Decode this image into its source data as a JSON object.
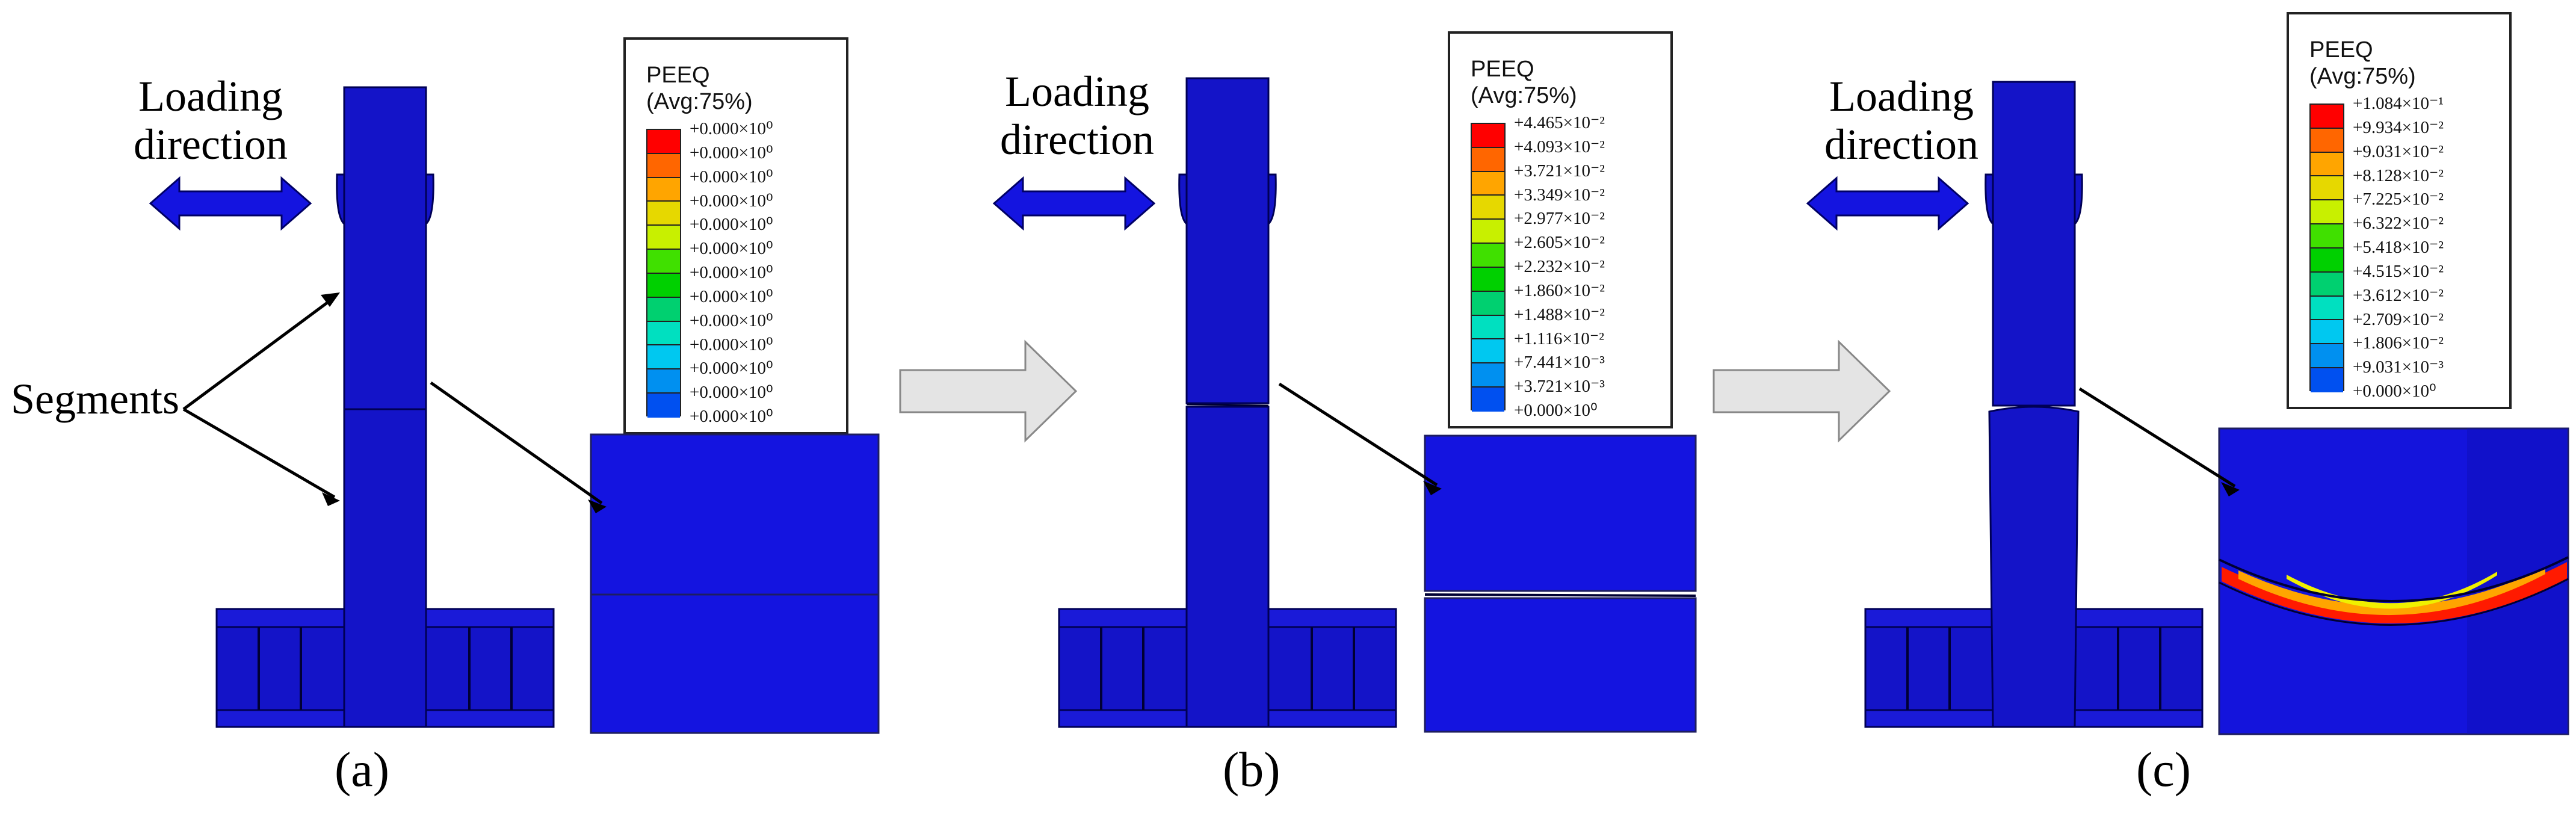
{
  "figure": {
    "panels": [
      {
        "sub_label": "(a)",
        "loading_text_line1": "Loading",
        "loading_text_line2": "direction",
        "segments_text": "Segments",
        "legend": {
          "title1": "PEEQ",
          "title2": "(Avg:75%)",
          "values": [
            "+0.000×10⁰",
            "+0.000×10⁰",
            "+0.000×10⁰",
            "+0.000×10⁰",
            "+0.000×10⁰",
            "+0.000×10⁰",
            "+0.000×10⁰",
            "+0.000×10⁰",
            "+0.000×10⁰",
            "+0.000×10⁰",
            "+0.000×10⁰",
            "+0.000×10⁰",
            "+0.000×10⁰"
          ]
        }
      },
      {
        "sub_label": "(b)",
        "loading_text_line1": "Loading",
        "loading_text_line2": "direction",
        "legend": {
          "title1": "PEEQ",
          "title2": "(Avg:75%)",
          "values": [
            "+4.465×10⁻²",
            "+4.093×10⁻²",
            "+3.721×10⁻²",
            "+3.349×10⁻²",
            "+2.977×10⁻²",
            "+2.605×10⁻²",
            "+2.232×10⁻²",
            "+1.860×10⁻²",
            "+1.488×10⁻²",
            "+1.116×10⁻²",
            "+7.441×10⁻³",
            "+3.721×10⁻³",
            "+0.000×10⁰"
          ]
        }
      },
      {
        "sub_label": "(c)",
        "loading_text_line1": "Loading",
        "loading_text_line2": "direction",
        "legend": {
          "title1": "PEEQ",
          "title2": "(Avg:75%)",
          "values": [
            "+1.084×10⁻¹",
            "+9.934×10⁻²",
            "+9.031×10⁻²",
            "+8.128×10⁻²",
            "+7.225×10⁻²",
            "+6.322×10⁻²",
            "+5.418×10⁻²",
            "+4.515×10⁻²",
            "+3.612×10⁻²",
            "+2.709×10⁻²",
            "+1.806×10⁻²",
            "+9.031×10⁻³",
            "+0.000×10⁰"
          ]
        }
      }
    ],
    "colors": {
      "model_blue": "#1414c8",
      "model_edge": "#000055",
      "contour": [
        "#ff0000",
        "#ff6600",
        "#ffa500",
        "#e6d800",
        "#c8f000",
        "#40e000",
        "#00d000",
        "#00d070",
        "#00e0c0",
        "#00c8f0",
        "#0090f0",
        "#0050f0",
        "#0000ff"
      ]
    },
    "icons": {
      "loading_arrow": "double-headed-arrow-icon",
      "progression_arrow": "right-arrow-icon"
    }
  }
}
